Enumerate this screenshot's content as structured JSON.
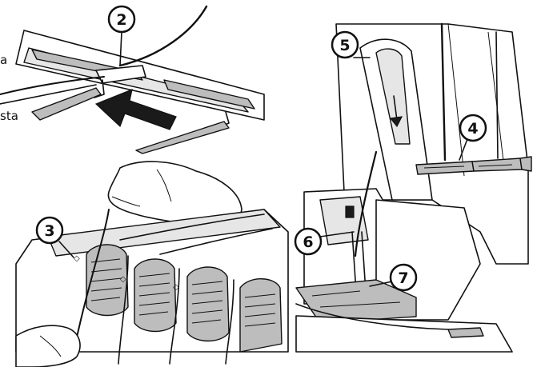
{
  "steps": [
    {
      "id": "2",
      "label": "2"
    },
    {
      "id": "3",
      "label": "3"
    },
    {
      "id": "4",
      "label": "4"
    },
    {
      "id": "5",
      "label": "5"
    },
    {
      "id": "6",
      "label": "6"
    },
    {
      "id": "7",
      "label": "7"
    }
  ],
  "cropped_text": {
    "left_a": "a",
    "left_sta": "sta"
  }
}
